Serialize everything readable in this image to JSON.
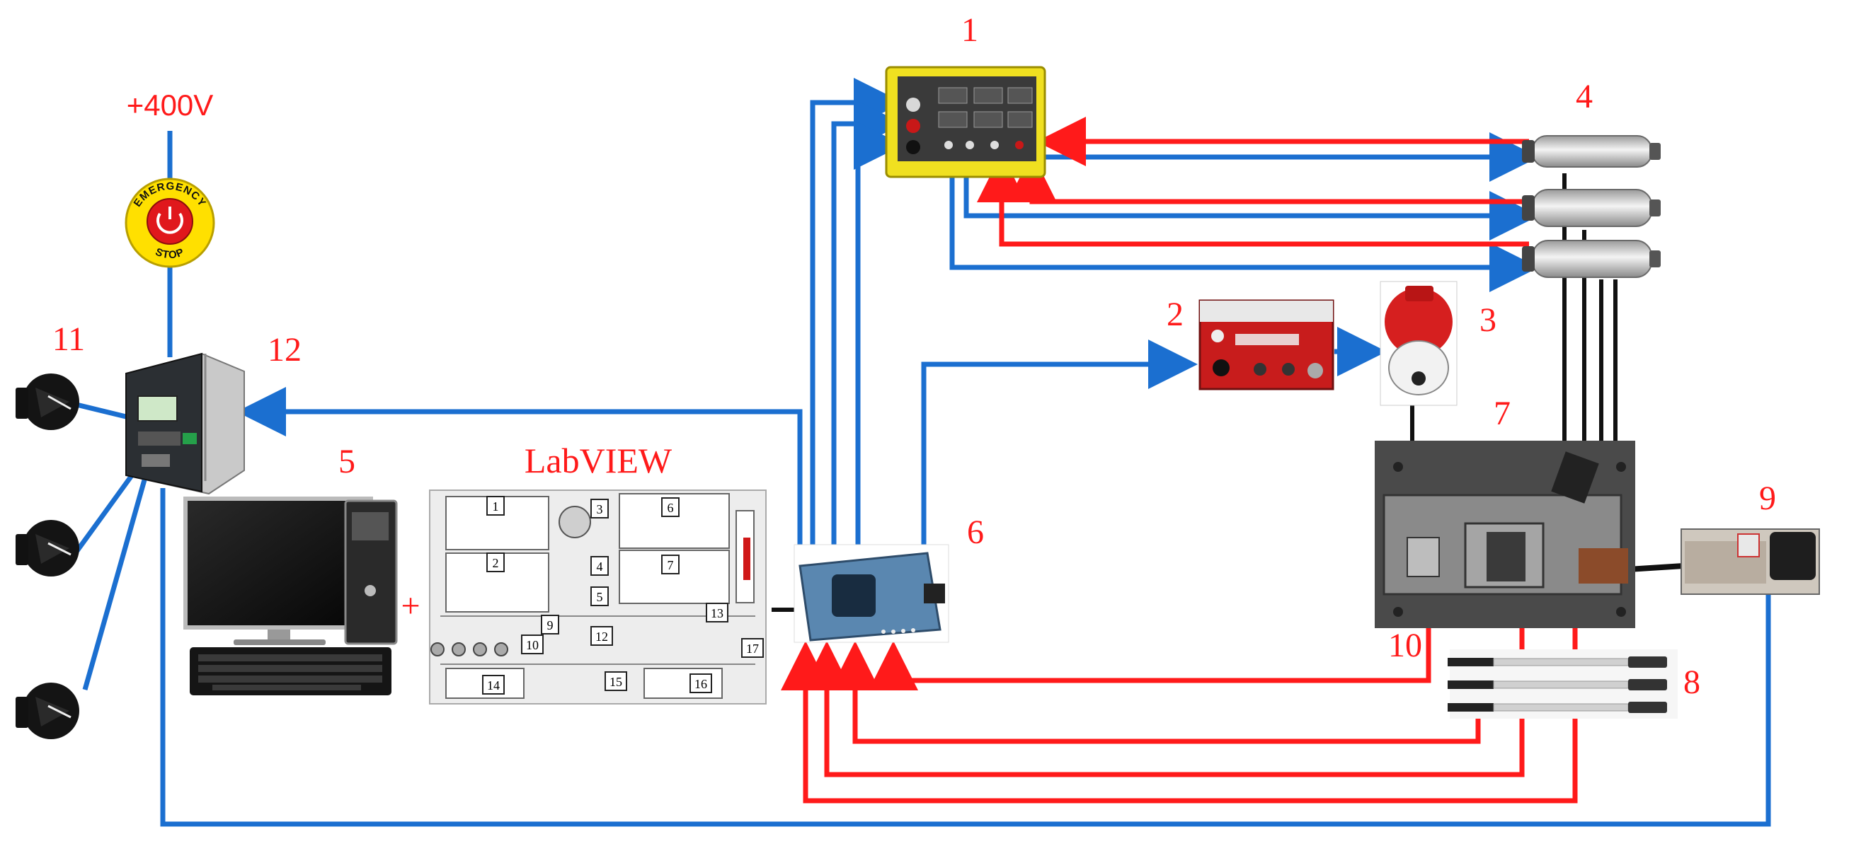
{
  "colors": {
    "label": "#ff1a1a",
    "blue_wire": "#1b6fd0",
    "red_wire": "#ff1a1a",
    "black_wire": "#111111",
    "psu_yellow": "#f0e020",
    "estop_yellow": "#ffe000",
    "estop_red": "#e0181c",
    "motor_red": "#d61f1f",
    "daq_blue": "#5a87b0"
  },
  "labels": {
    "supply_voltage": "+400V",
    "software": "LabVIEW",
    "n1": "1",
    "n2": "2",
    "n3": "3",
    "n4": "4",
    "n5": "5",
    "n6": "6",
    "n7": "7",
    "n8": "8",
    "n9": "9",
    "n10": "10",
    "n11": "11",
    "n12": "12",
    "plus": "+"
  },
  "estop": {
    "top_text": "EMERGENCY",
    "bottom_text": "STOP"
  },
  "labview_panel": {
    "box_numbers": [
      "1",
      "2",
      "3",
      "4",
      "5",
      "6",
      "7",
      "9",
      "10",
      "12",
      "13",
      "14",
      "15",
      "16",
      "17"
    ]
  },
  "icons": {
    "power_supply": "dc-power-supply-icon",
    "amplifier": "amplifier-icon",
    "shaker": "shaker-icon",
    "load_cells": "load-cell-icon",
    "computer": "desktop-computer-icon",
    "daq": "daq-device-icon",
    "test_rig": "test-rig-icon",
    "probes": "displacement-probe-icon",
    "motor": "motor-icon",
    "selectors": "rotary-selector-icon",
    "inverter": "frequency-inverter-icon",
    "emergency_stop": "emergency-stop-icon"
  }
}
